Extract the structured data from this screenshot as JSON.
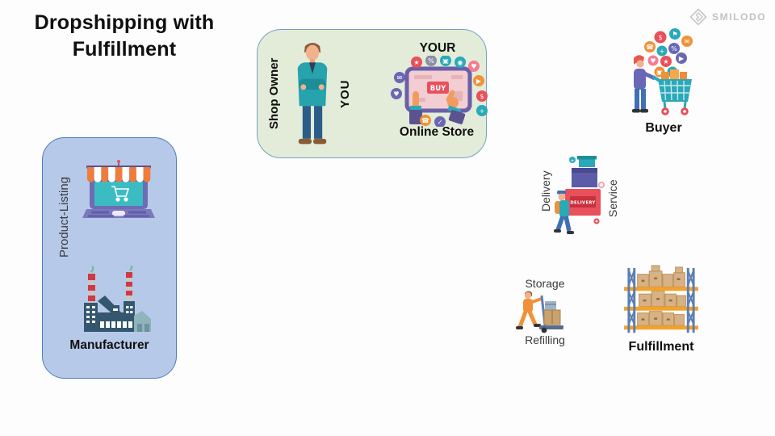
{
  "title": "Dropshipping with Fulfillment",
  "brand": {
    "name": "SMILODO",
    "color": "#c2c2c2"
  },
  "owner_panel": {
    "shop_owner": "Shop Owner",
    "you": "YOU",
    "your": "YOUR",
    "online_store": "Online Store",
    "buy_button": "BUY",
    "bg_color": "#e2ecd8",
    "border_color": "#74a1c5"
  },
  "manufacturer_panel": {
    "product_listing": "Product-Listing",
    "manufacturer": "Manufacturer",
    "bg_color": "#b7c9e9",
    "border_color": "#4d7dbe"
  },
  "buyer": {
    "label": "Buyer"
  },
  "delivery": {
    "left_label": "Delivery",
    "right_label": "Service",
    "box_text": "DELIVERY"
  },
  "storage": {
    "top_label": "Storage",
    "bottom_label": "Refilling"
  },
  "fulfillment": {
    "label": "Fulfillment"
  },
  "palette": {
    "teal": "#27a3ad",
    "red": "#e8505b",
    "purple": "#5c5ca8",
    "orange": "#f0913a",
    "shelf_orange": "#f2a22a",
    "rack_blue": "#5b7fb5",
    "box_brown": "#d8b287",
    "factory_slate": "#34576f",
    "laptop_purple": "#6e6cb2",
    "screen_teal": "#3bbcc3"
  }
}
